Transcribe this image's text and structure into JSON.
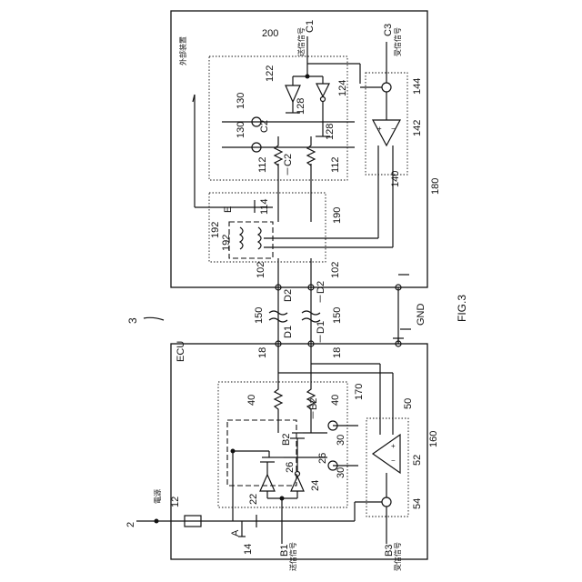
{
  "figure": {
    "title": "FIG.3",
    "system_ref": "3"
  },
  "ecu": {
    "name": "ECU",
    "ref": "160",
    "power_label": "電源",
    "power_ref": "2",
    "node_a": "A",
    "fuse_ref": "12",
    "cap_ref": "14",
    "terminal_ref": "18",
    "interface_ref": "170",
    "comparator_block_ref": "50",
    "comparator_ref": "52",
    "adder_ref": "54",
    "resistor_ref": "40",
    "driver_ref": "22",
    "inverter_ref": "24",
    "transistor_ref": "26",
    "current_source_ref": "30",
    "tx_signal": "B1",
    "tx_label": "送信信号",
    "rx_signal": "B3",
    "rx_label": "受信信号",
    "ctrl_pos": "B2",
    "ctrl_neg": "－B2"
  },
  "external": {
    "name": "外部装置",
    "ref": "180",
    "inner_ref": "200",
    "interface_ref": "190",
    "terminal_ref": "102",
    "tx_signal": "C1",
    "tx_label": "送信信号",
    "rx_signal": "C3",
    "rx_label": "受信信号",
    "ctrl_pos": "C2",
    "ctrl_neg": "－C2",
    "node_e": "E",
    "resistor_ref": "112",
    "cap_ref": "114",
    "driver_ref": "122",
    "inverter_ref": "124",
    "transistor_ref": "128",
    "current_source_ref": "130",
    "comparator_block_ref": "140",
    "comparator_ref": "142",
    "adder_ref": "144",
    "transformer_ref": "192"
  },
  "bus": {
    "ref": "150",
    "d1": "D1",
    "d1_neg": "－D1",
    "d2": "D2",
    "d2_neg": "－D2",
    "gnd": "GND"
  }
}
